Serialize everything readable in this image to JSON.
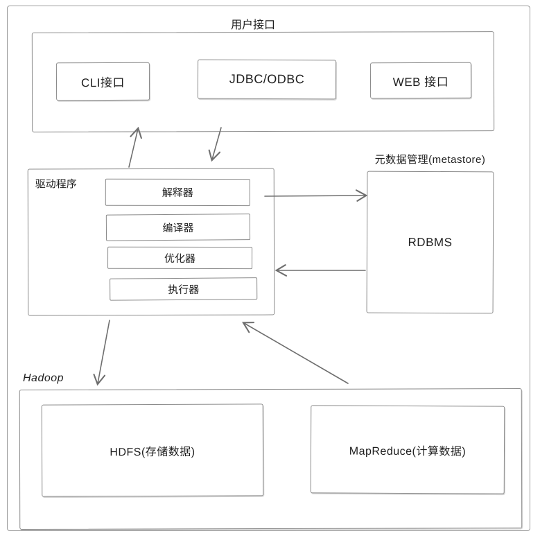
{
  "diagram": {
    "user_interface": {
      "title": "用户接口",
      "items": [
        {
          "label": "CLI接口"
        },
        {
          "label": "JDBC/ODBC"
        },
        {
          "label": "WEB 接口"
        }
      ]
    },
    "driver": {
      "title": "驱动程序",
      "stages": [
        {
          "label": "解释器"
        },
        {
          "label": "编译器"
        },
        {
          "label": "优化器"
        },
        {
          "label": "执行器"
        }
      ]
    },
    "metastore": {
      "title": "元数据管理(metastore)",
      "box_label": "RDBMS"
    },
    "hadoop": {
      "title": "Hadoop",
      "components": [
        {
          "label": "HDFS(存储数据)"
        },
        {
          "label": "MapReduce(计算数据)"
        }
      ]
    },
    "colors": {
      "stroke": "#8a8a8a",
      "arrow": "#6e6e6e",
      "text": "#1e1e1e",
      "background": "#ffffff"
    }
  }
}
